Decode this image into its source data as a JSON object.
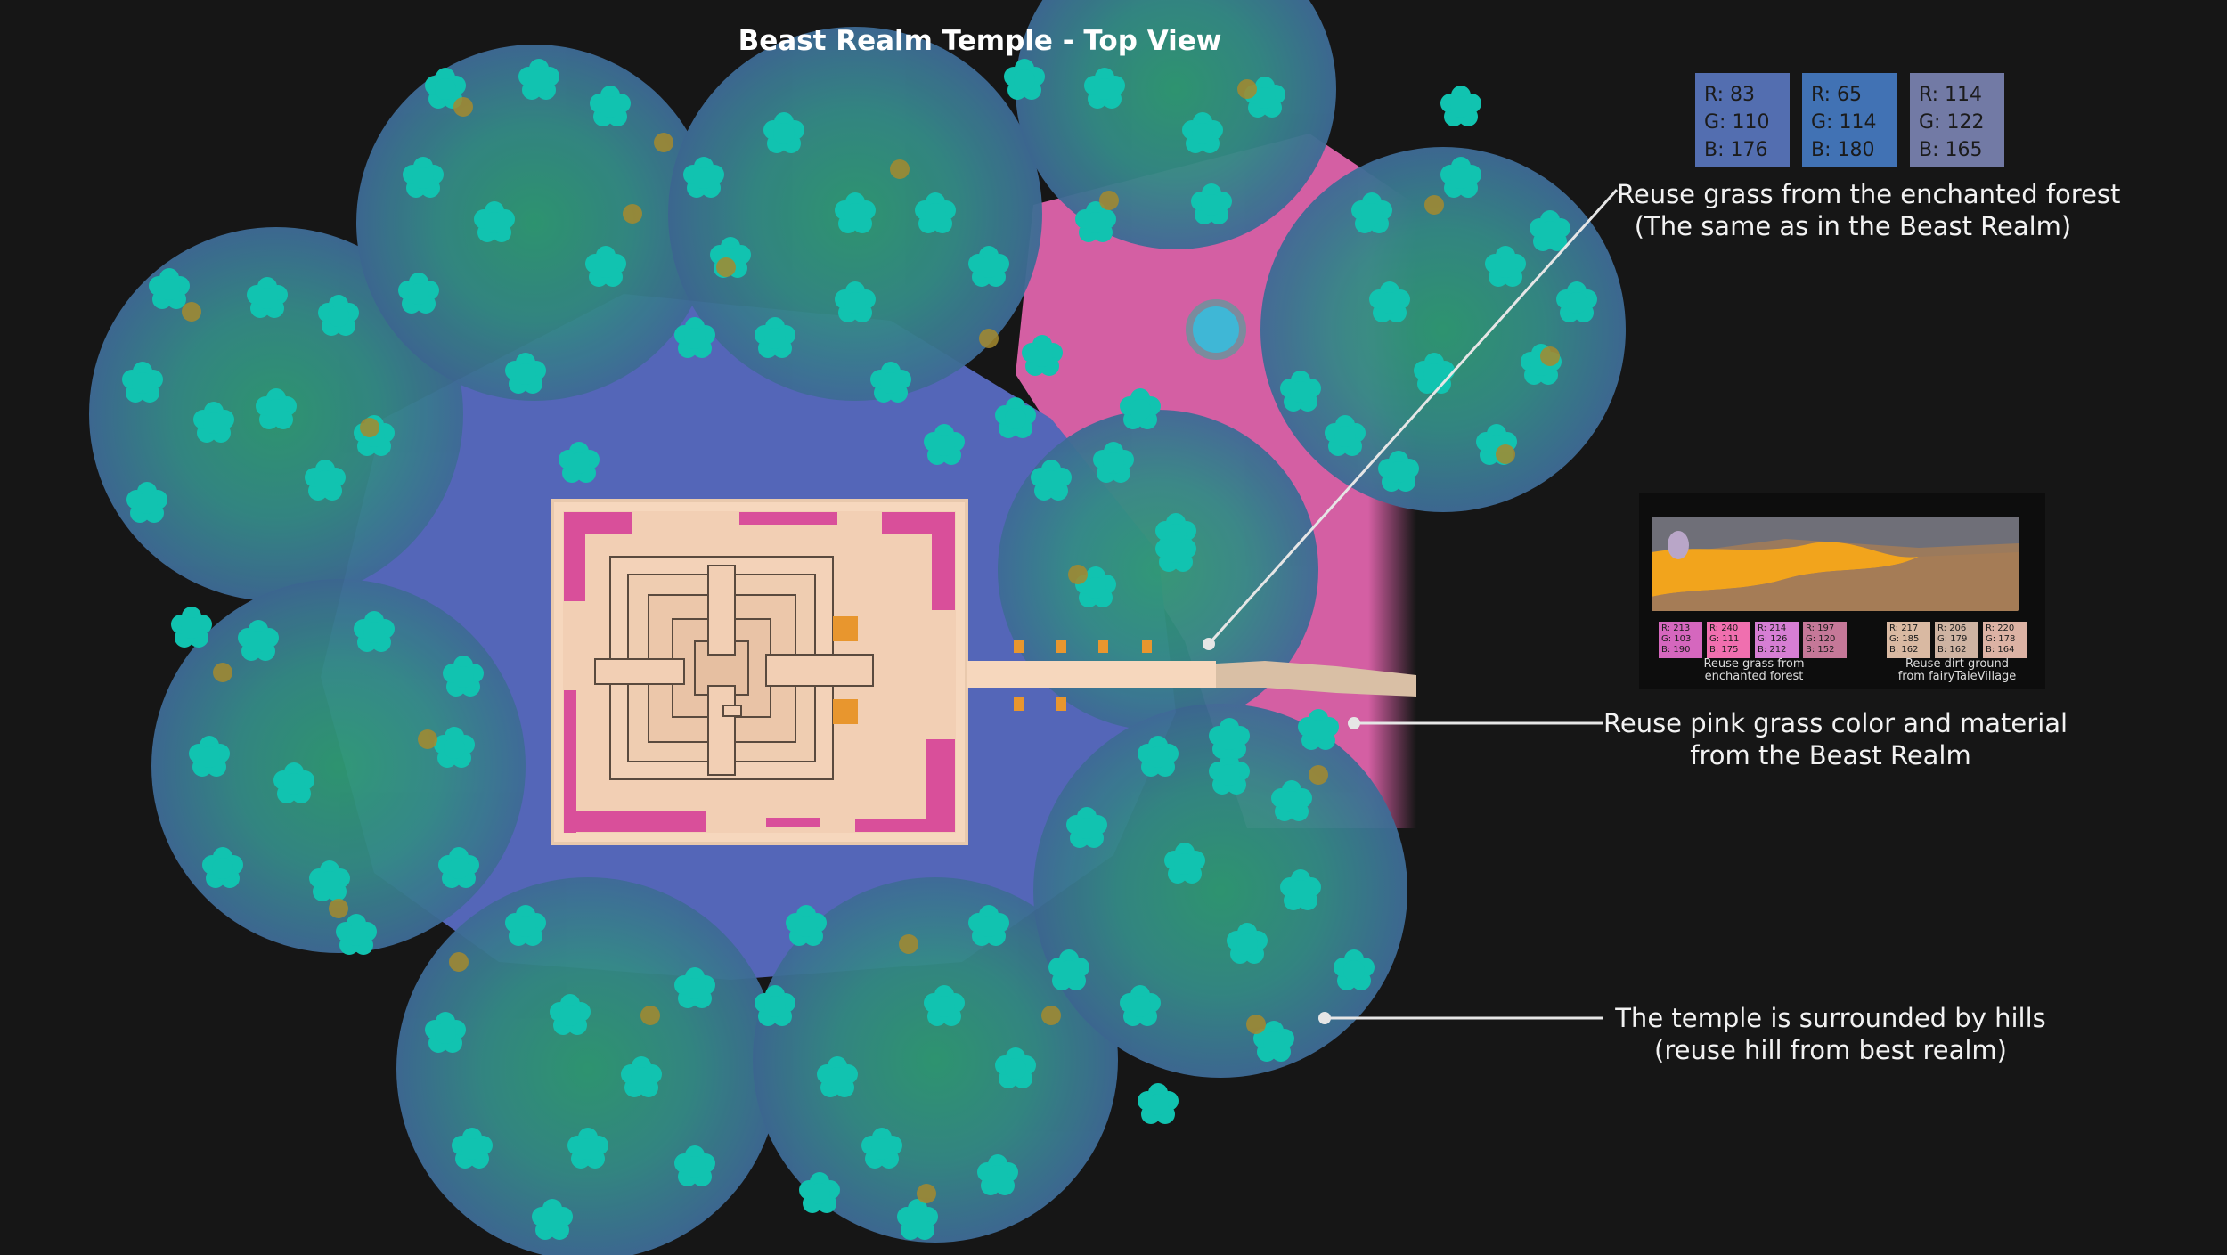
{
  "title": "Beast Realm Temple - Top View",
  "colors": {
    "background": "#161616",
    "hill": "#3d6e93",
    "hill_core": "#2d9a73",
    "lake": "#5b6db6",
    "pink_grass": "#d45fa3",
    "temple_floor": "#f6d7bd",
    "temple_trim": "#d94f9a",
    "tree": "#11c3b0",
    "path": "#d9bfa5",
    "lantern": "#e8962e"
  },
  "swatches": [
    {
      "r": "R: 83",
      "g": "G: 110",
      "b": "B: 176",
      "color": "#536eb0"
    },
    {
      "r": "R: 65",
      "g": "G: 114",
      "b": "B: 180",
      "color": "#4172b4"
    },
    {
      "r": "R: 114",
      "g": "G: 122",
      "b": "B: 165",
      "color": "#727aa5"
    }
  ],
  "annotations": {
    "grass_line1": "Reuse grass from the enchanted forest",
    "grass_line2": "(The same as in the Beast Realm)",
    "pink_line1": "Reuse pink grass color and material",
    "pink_line2": "from the Beast Realm",
    "hills_line1": "The temple is surrounded by hills",
    "hills_line2": "(reuse hill from best realm)"
  },
  "reference_panel": {
    "grass_swatches": [
      {
        "r": "R: 213",
        "g": "G: 103",
        "b": "B: 190",
        "color": "#d567be"
      },
      {
        "r": "R: 240",
        "g": "G: 111",
        "b": "B: 175",
        "color": "#f06faf"
      },
      {
        "r": "R: 214",
        "g": "G: 126",
        "b": "B: 212",
        "color": "#d67ed4"
      },
      {
        "r": "R: 197",
        "g": "G: 120",
        "b": "B: 152",
        "color": "#c57898"
      }
    ],
    "dirt_swatches": [
      {
        "r": "R: 217",
        "g": "G: 185",
        "b": "B: 162",
        "color": "#d9b9a2"
      },
      {
        "r": "R: 206",
        "g": "G: 179",
        "b": "B: 162",
        "color": "#ceb3a2"
      },
      {
        "r": "R: 220",
        "g": "G: 178",
        "b": "B: 164",
        "color": "#dcb2a4"
      }
    ],
    "grass_caption_line1": "Reuse grass from",
    "grass_caption_line2": "enchanted forest",
    "dirt_caption_line1": "Reuse dirt ground",
    "dirt_caption_line2": "from fairyTaleVillage"
  }
}
